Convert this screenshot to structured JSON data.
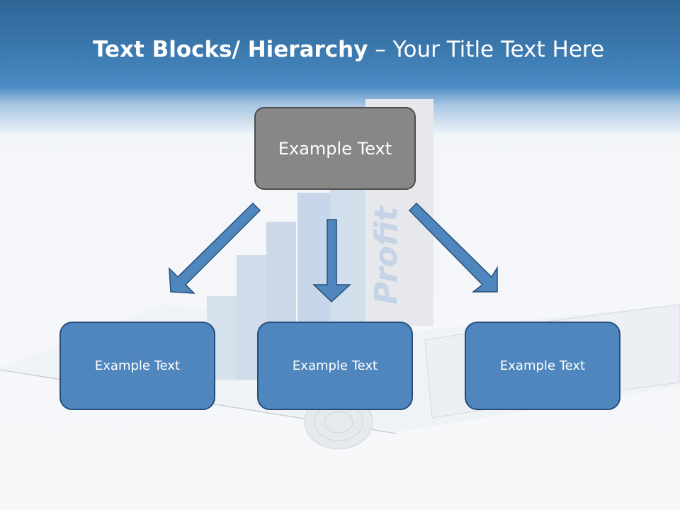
{
  "slide": {
    "title_bold": "Text Blocks/ Hierarchy",
    "title_rest": " – Your Title Text Here"
  },
  "hierarchy": {
    "top": "Example Text",
    "children": [
      "Example Text",
      "Example Text",
      "Example Text"
    ]
  },
  "background": {
    "chart_word": "Profit"
  },
  "colors": {
    "header": "#3a78ad",
    "top_box": "#878787",
    "child_box": "#4f86be",
    "arrow": "#4f86be"
  }
}
